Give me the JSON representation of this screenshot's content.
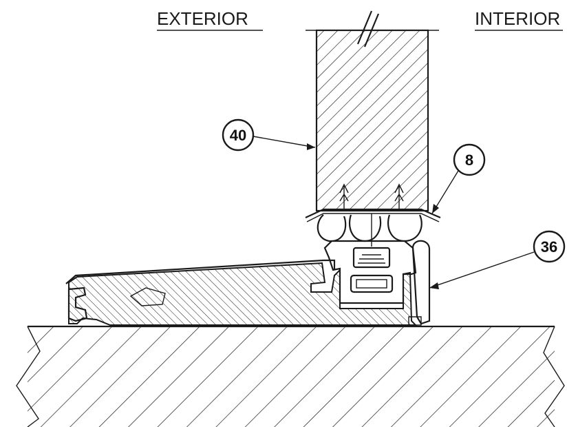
{
  "labels": {
    "exterior": "EXTERIOR",
    "interior": "INTERIOR"
  },
  "callouts": [
    {
      "id": "door-panel",
      "text": "40"
    },
    {
      "id": "door-bottom-sweep",
      "text": "8"
    },
    {
      "id": "threshold",
      "text": "36"
    }
  ],
  "colors": {
    "line": "#1a1a1a",
    "background": "#ffffff"
  }
}
